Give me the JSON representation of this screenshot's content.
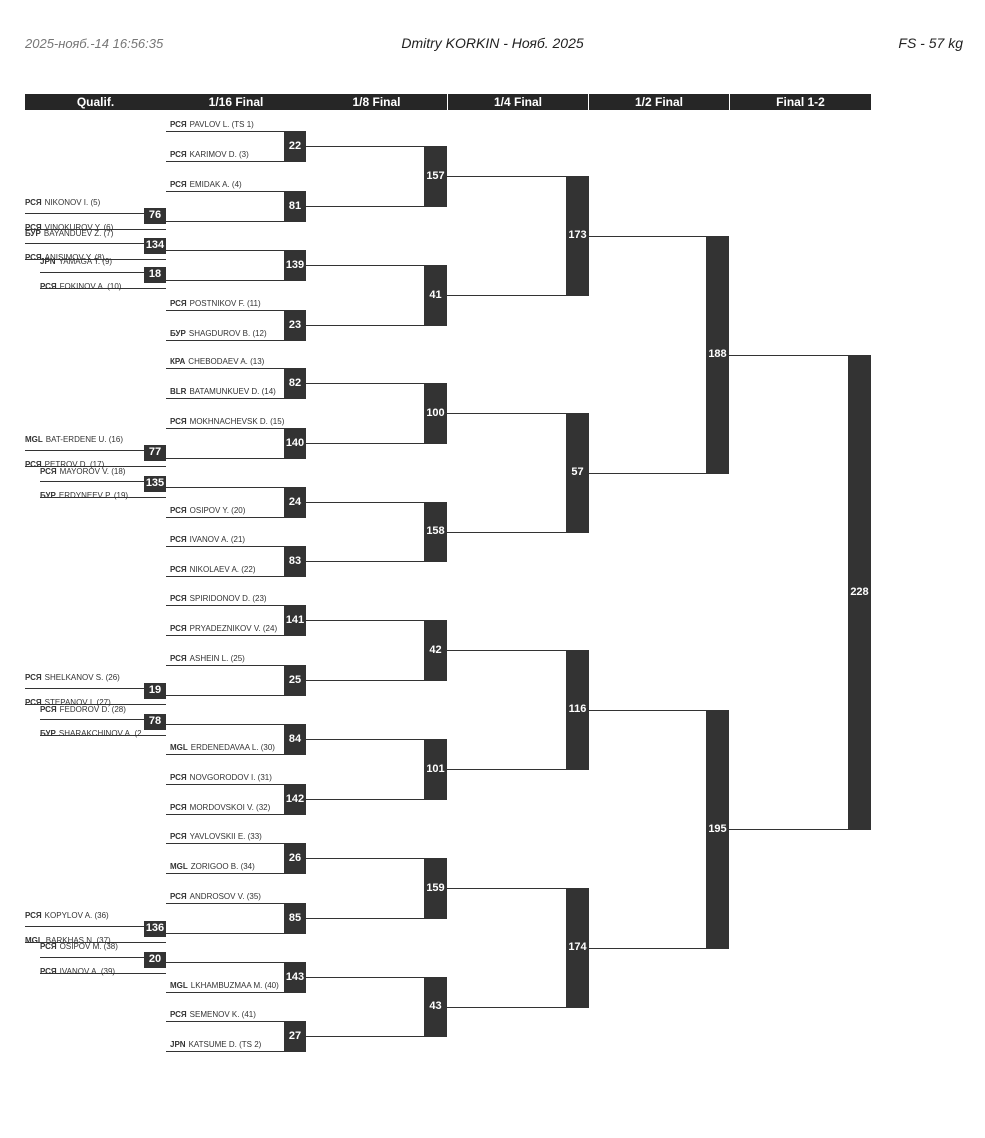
{
  "header": {
    "date": "2025-нояб.-14 16:56:35",
    "title": "Dmitry KORKIN - Нояб. 2025",
    "category": "FS - 57 kg"
  },
  "columns": [
    "Qualif.",
    "1/16 Final",
    "1/8 Final",
    "1/4 Final",
    "1/2 Final",
    "Final 1-2"
  ],
  "qualif": [
    {
      "a": {
        "c": "РСЯ",
        "n": "NIKONOV I. (5)"
      },
      "b": {
        "c": "РСЯ",
        "n": "VINOKUROV Y. (6)"
      },
      "bout": "76"
    },
    {
      "a": {
        "c": "БУР",
        "n": "BAYANDUEV Z. (7)"
      },
      "b": {
        "c": "РСЯ",
        "n": "ANISIMOV Y. (8)"
      },
      "bout": "134"
    },
    {
      "a": {
        "c": "JPN",
        "n": "YAMAGA T. (9)"
      },
      "b": {
        "c": "РСЯ",
        "n": "FOKINOV A. (10)"
      },
      "bout": "18"
    },
    {
      "a": {
        "c": "MGL",
        "n": "BAT-ERDENE U. (16)"
      },
      "b": {
        "c": "РСЯ",
        "n": "PETROV D. (17)"
      },
      "bout": "77"
    },
    {
      "a": {
        "c": "РСЯ",
        "n": "MAYOROV V. (18)"
      },
      "b": {
        "c": "БУР",
        "n": "ERDYNEEV P. (19)"
      },
      "bout": "135"
    },
    {
      "a": {
        "c": "РСЯ",
        "n": "SHELKANOV S. (26)"
      },
      "b": {
        "c": "РСЯ",
        "n": "STEPANOV I. (27)"
      },
      "bout": "19"
    },
    {
      "a": {
        "c": "РСЯ",
        "n": "FEDOROV D. (28)"
      },
      "b": {
        "c": "БУР",
        "n": "SHARAKCHINOV A. (2"
      },
      "bout": "78"
    },
    {
      "a": {
        "c": "РСЯ",
        "n": "KOPYLOV A. (36)"
      },
      "b": {
        "c": "MGL",
        "n": "BARKHAS N. (37)"
      },
      "bout": "136"
    },
    {
      "a": {
        "c": "РСЯ",
        "n": "OSIPOV M. (38)"
      },
      "b": {
        "c": "РСЯ",
        "n": "IVANOV A. (39)"
      },
      "bout": "20"
    }
  ],
  "r16": [
    {
      "a": {
        "c": "РСЯ",
        "n": "PAVLOV L. (TS 1)"
      },
      "b": {
        "c": "РСЯ",
        "n": "KARIMOV D. (3)"
      },
      "bout": "22"
    },
    {
      "a": {
        "c": "РСЯ",
        "n": "EMIDAK A. (4)"
      },
      "b": null,
      "bout": "81"
    },
    {
      "a": null,
      "b": null,
      "bout": "139"
    },
    {
      "a": {
        "c": "РСЯ",
        "n": "POSTNIKOV F. (11)"
      },
      "b": {
        "c": "БУР",
        "n": "SHAGDUROV B. (12)"
      },
      "bout": "23"
    },
    {
      "a": {
        "c": "КРА",
        "n": "CHEBODAEV A. (13)"
      },
      "b": {
        "c": "BLR",
        "n": "BATAMUNKUEV D. (14)"
      },
      "bout": "82"
    },
    {
      "a": {
        "c": "РСЯ",
        "n": "MOKHNACHEVSK D. (15)"
      },
      "b": null,
      "bout": "140"
    },
    {
      "a": null,
      "b": {
        "c": "РСЯ",
        "n": "OSIPOV Y. (20)"
      },
      "bout": "24"
    },
    {
      "a": {
        "c": "РСЯ",
        "n": "IVANOV A. (21)"
      },
      "b": {
        "c": "РСЯ",
        "n": "NIKOLAEV A. (22)"
      },
      "bout": "83"
    },
    {
      "a": {
        "c": "РСЯ",
        "n": "SPIRIDONOV D. (23)"
      },
      "b": {
        "c": "РСЯ",
        "n": "PRYADEZNIKOV V. (24)"
      },
      "bout": "141"
    },
    {
      "a": {
        "c": "РСЯ",
        "n": "ASHEIN L. (25)"
      },
      "b": null,
      "bout": "25"
    },
    {
      "a": null,
      "b": {
        "c": "MGL",
        "n": "ERDENEDAVAA L. (30)"
      },
      "bout": "84"
    },
    {
      "a": {
        "c": "РСЯ",
        "n": "NOVGORODOV I. (31)"
      },
      "b": {
        "c": "РСЯ",
        "n": "MORDOVSKOI V. (32)"
      },
      "bout": "142"
    },
    {
      "a": {
        "c": "РСЯ",
        "n": "YAVLOVSKII E. (33)"
      },
      "b": {
        "c": "MGL",
        "n": "ZORIGOO B. (34)"
      },
      "bout": "26"
    },
    {
      "a": {
        "c": "РСЯ",
        "n": "ANDROSOV V. (35)"
      },
      "b": null,
      "bout": "85"
    },
    {
      "a": null,
      "b": {
        "c": "MGL",
        "n": "LKHAMBUZMAA M. (40)"
      },
      "bout": "143"
    },
    {
      "a": {
        "c": "РСЯ",
        "n": "SEMENOV K. (41)"
      },
      "b": {
        "c": "JPN",
        "n": "KATSUME D. (TS 2)"
      },
      "bout": "27"
    }
  ],
  "r8": [
    "157",
    "41",
    "100",
    "158",
    "42",
    "101",
    "159",
    "43"
  ],
  "r4": [
    "173",
    "57",
    "116",
    "174"
  ],
  "r2": [
    "188",
    "195"
  ],
  "final": "228"
}
